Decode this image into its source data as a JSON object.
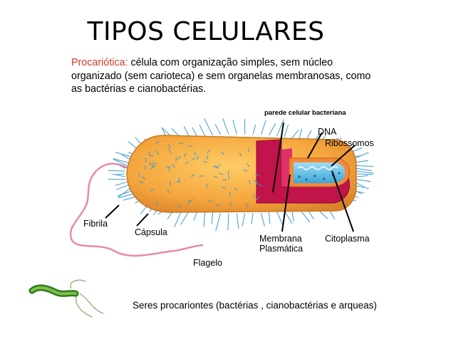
{
  "title": "TIPOS CELULARES",
  "description": {
    "term": "Procariótica:",
    "text": " célula com organização simples, sem núcleo organizado (sem carioteca) e sem organelas membranosas, como as bactérias e cianobactérias."
  },
  "labels": {
    "parede": "parede celular bacteriana",
    "dna": "DNA",
    "ribossomos": "Ribossomos",
    "fibrila": "Fibrila",
    "capsula": "Cápsula",
    "membrana_line1": "Membrana",
    "membrana_line2": "Plasmática",
    "citoplasma": "Citoplasma",
    "flagelo": "Flagelo"
  },
  "caption": "Seres procariontes (bactérias , cianobactérias e arqueas)",
  "colors": {
    "capsule_orange": "#f4a53c",
    "wall_magenta": "#c0144a",
    "cytoplasm_blue": "#5bbde8",
    "fimbriae_blue": "#3a9ad0",
    "flagellum_pink": "#e88aa8",
    "term_red": "#d23a2a"
  }
}
